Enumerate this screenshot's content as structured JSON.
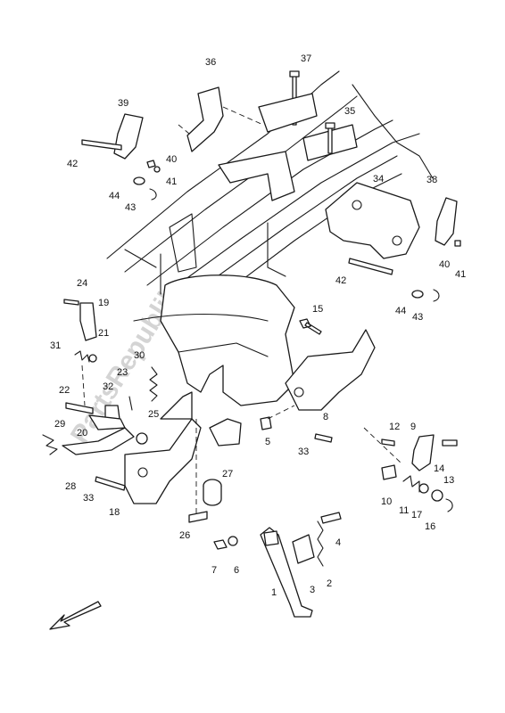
{
  "watermark": "PartsRepublik",
  "colors": {
    "line": "#1a1a1a",
    "watermark": "#d4d4d4",
    "background": "#ffffff"
  },
  "callouts": [
    "1",
    "2",
    "3",
    "4",
    "5",
    "6",
    "7",
    "8",
    "9",
    "10",
    "11",
    "12",
    "13",
    "14",
    "15",
    "16",
    "17",
    "18",
    "19",
    "20",
    "21",
    "22",
    "23",
    "24",
    "25",
    "26",
    "27",
    "28",
    "29",
    "30",
    "31",
    "32",
    "33",
    "33",
    "34",
    "35",
    "36",
    "37",
    "38",
    "39",
    "40",
    "40",
    "41",
    "41",
    "42",
    "42",
    "43",
    "43",
    "44",
    "44"
  ]
}
